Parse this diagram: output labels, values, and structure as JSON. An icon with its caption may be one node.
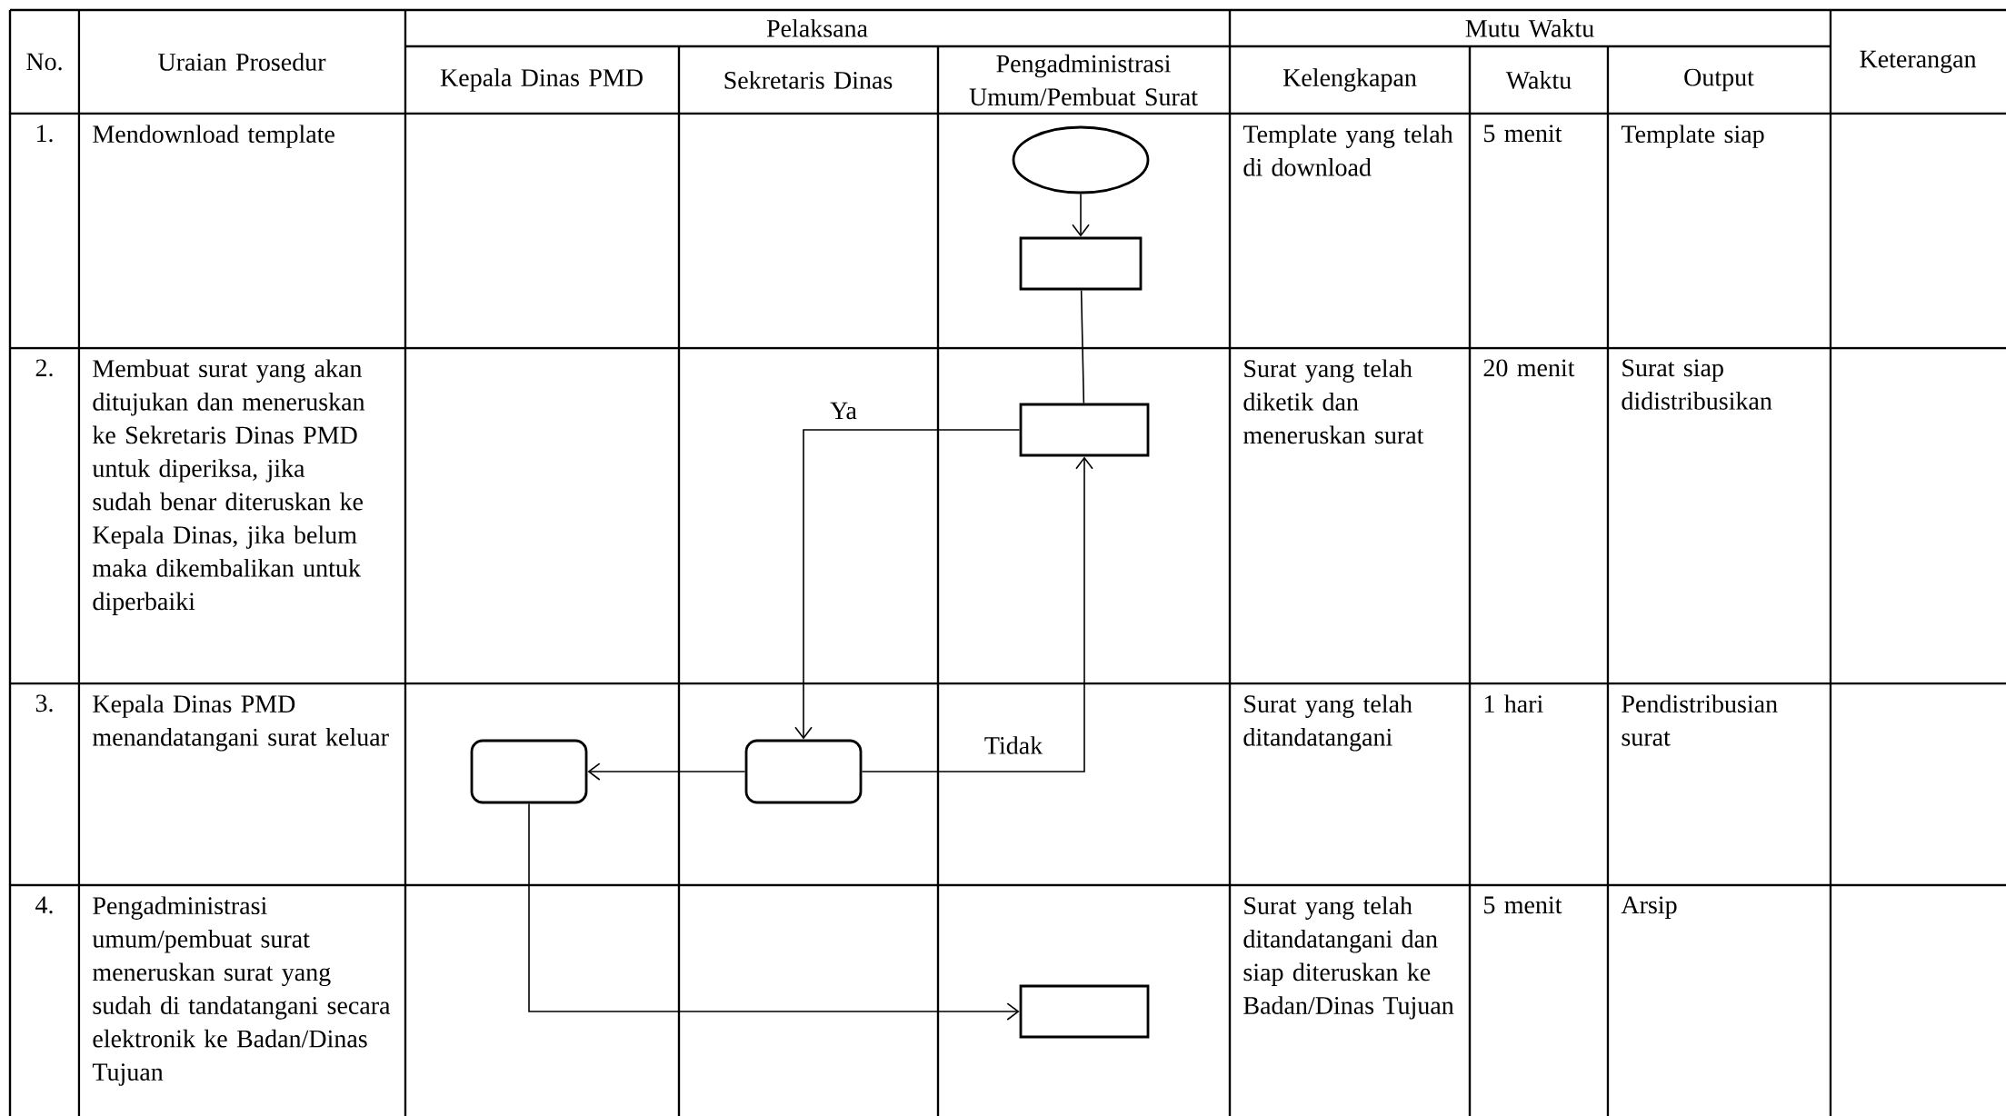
{
  "diagram": {
    "nodes": [
      {
        "text": [],
        "shape": "ellipse"
      },
      {
        "text": [],
        "shape": "box"
      },
      {
        "text": [],
        "shape": "box"
      },
      {
        "text": [],
        "shape": "rounded-box"
      },
      {
        "text": [],
        "shape": "rounded-box"
      },
      {
        "text": [],
        "shape": "box"
      }
    ],
    "edges": [
      {
        "from": 0,
        "to": 1,
        "arrow": "to"
      },
      {
        "from": 1,
        "to": 2,
        "arrow": "none"
      },
      {
        "from": 2,
        "to": 4,
        "arrow": "to",
        "label": "Ya"
      },
      {
        "from": 4,
        "to": 2,
        "arrow": "to",
        "label": "Tidak"
      },
      {
        "from": 4,
        "to": 3,
        "arrow": "to"
      },
      {
        "from": 3,
        "to": 5,
        "arrow": "to"
      }
    ],
    "labels": [
      "No.",
      "Uraian Prosedur",
      "Pelaksana",
      "Mutu Waktu",
      "Keterangan",
      "Kepala Dinas PMD",
      "Sekretaris Dinas",
      "Pengadministrasi Umum/Pembuat Surat",
      "Kelengkapan",
      "Waktu",
      "Output",
      "1.",
      "Mendownload template",
      "Template yang telah di download",
      "5 menit",
      "Template siap",
      "2.",
      "Membuat surat yang akan ditujukan dan meneruskan ke Sekretaris Dinas PMD untuk diperiksa, jika sudah benar diteruskan ke Kepala Dinas, jika belum maka dikembalikan untuk diperbaiki",
      "Surat yang telah diketik dan meneruskan surat",
      "20 menit",
      "Surat siap didistribusikan",
      "3.",
      "Kepala Dinas PMD menandatangani surat keluar",
      "Surat yang telah ditandatangani",
      "1 hari",
      "Pendistribusian surat",
      "4.",
      "Pengadministrasi umum/pembuat surat meneruskan surat yang sudah di tandatangani secara elektronik ke Badan/Dinas Tujuan",
      "Surat yang telah ditandatangani dan siap diteruskan ke Badan/Dinas Tujuan",
      "5 menit",
      "Arsip"
    ]
  }
}
